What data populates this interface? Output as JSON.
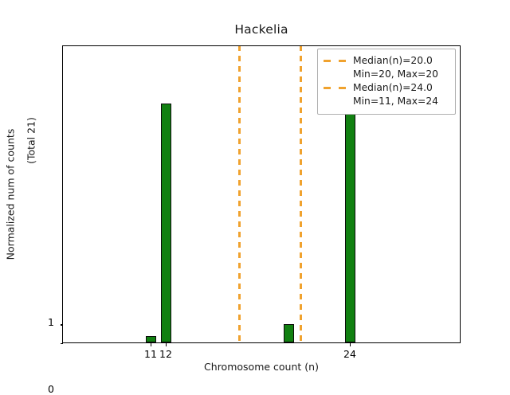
{
  "chart_data": {
    "type": "bar",
    "title": "Hackelia",
    "xlabel": "Chromosome count (n)",
    "ylabel": "Normalized num of counts",
    "ylabel_total": "(Total 21)",
    "total_counts": 21,
    "categories": [
      11,
      12,
      20,
      24
    ],
    "values": [
      0.35,
      12.9,
      1.0,
      14.6
    ],
    "xlim": [
      8.5,
      34.5
    ],
    "ylim": [
      0,
      16.1
    ],
    "xticks": [
      11,
      12,
      24
    ],
    "xticklabels": [
      "11",
      "12",
      "24"
    ],
    "yticks": [
      0,
      1
    ],
    "yticklabels": [
      "0",
      "1"
    ],
    "grid": false,
    "legend_position": "upper right",
    "bar_color": "#118011",
    "bar_edge_color": "#0b0b0b",
    "median_line_color": "#f0a22e",
    "vlines": [
      {
        "x": 20,
        "label": "Median(n)=20.0"
      },
      {
        "x": 24,
        "label": "Median(n)=24.0"
      }
    ],
    "series": [
      {
        "name": "Normalized num of counts",
        "values": [
          0.35,
          12.9,
          1.0,
          14.6
        ]
      }
    ],
    "legend": [
      {
        "line1": "Median(n)=20.0",
        "line2": "Min=20, Max=20",
        "color": "#f0a22e"
      },
      {
        "line1": "Median(n)=24.0",
        "line2": "Min=11, Max=24",
        "color": "#f0a22e"
      }
    ]
  }
}
